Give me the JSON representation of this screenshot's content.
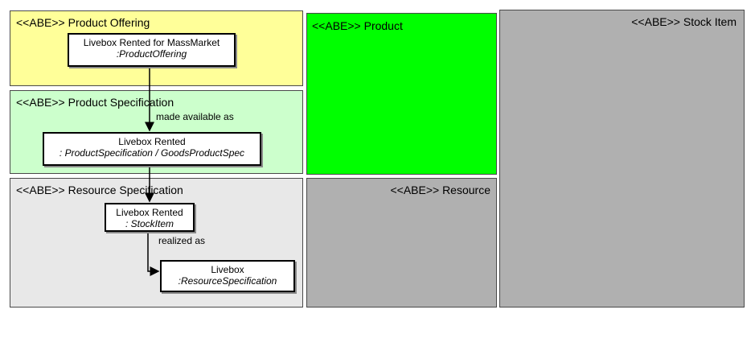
{
  "regions": {
    "product_offering": {
      "label": "<<ABE>> Product Offering",
      "color": "#ffff99"
    },
    "product_specification": {
      "label": "<<ABE>> Product Specification",
      "color": "#ccffcc"
    },
    "resource_specification": {
      "label": "<<ABE>> Resource Specification",
      "color": "#e8e8e8"
    },
    "product": {
      "label": "<<ABE>> Product",
      "color": "#00ff00"
    },
    "resource": {
      "label": "<<ABE>> Resource",
      "color": "#b0b0b0"
    },
    "stock_item": {
      "label": "<<ABE>> Stock Item",
      "color": "#b0b0b0"
    }
  },
  "nodes": {
    "offering": {
      "name": "Livebox Rented for MassMarket",
      "type": ":ProductOffering"
    },
    "spec": {
      "name": "Livebox Rented",
      "type": ": ProductSpecification / GoodsProductSpec"
    },
    "stock": {
      "name": "Livebox Rented",
      "type": ": StockItem"
    },
    "resource": {
      "name": "Livebox",
      "type": ":ResourceSpecification"
    }
  },
  "edges": {
    "made_available_as": "made available as",
    "realized_as": "realized as"
  }
}
